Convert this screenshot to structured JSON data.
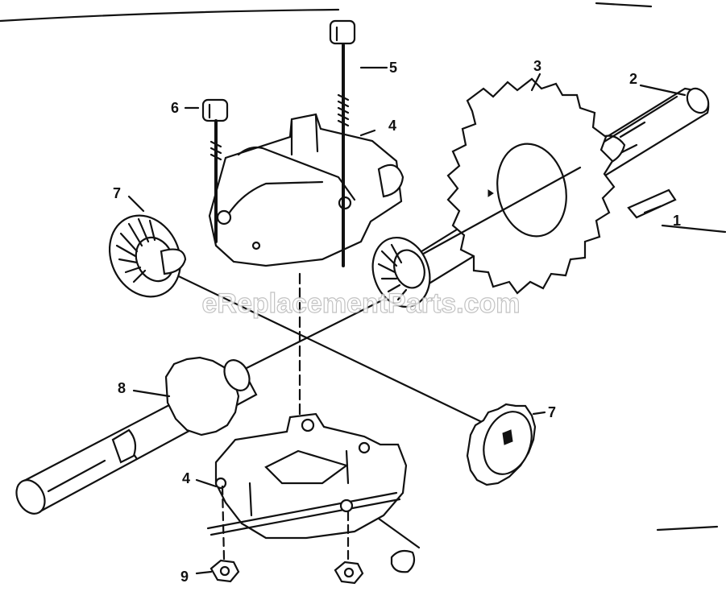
{
  "watermark": "eReplacementParts.com",
  "callouts": {
    "c1": "1",
    "c2": "2",
    "c3": "3",
    "c4a": "4",
    "c4b": "4",
    "c5": "5",
    "c6": "6",
    "c7a": "7",
    "c7b": "7",
    "c8": "8",
    "c9": "9"
  }
}
